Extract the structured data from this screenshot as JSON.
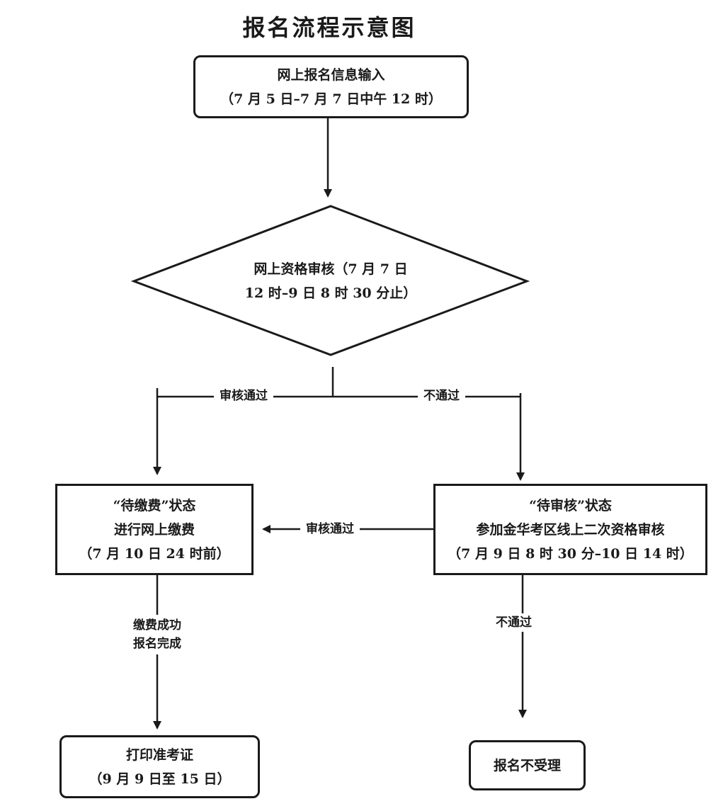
{
  "title": "报名流程示意图",
  "nodes": {
    "input": {
      "line1": "网上报名信息输入",
      "line2": "（7 月 5 日–7 月 7 日中午 12 时）"
    },
    "review": {
      "line1": "网上资格审核（7 月 7 日",
      "line2": "12 时–9 日 8 时 30 分止）"
    },
    "pending_pay": {
      "line1": "“待缴费”状态",
      "line2": "进行网上缴费",
      "line3": "（7 月 10 日 24 时前）"
    },
    "pending_review": {
      "line1": "“待审核”状态",
      "line2": "参加金华考区线上二次资格审核",
      "line3": "（7 月 9 日 8 时 30 分–10 日 14 时）"
    },
    "print": {
      "line1": "打印准考证",
      "line2": "（9 月 9 日至 15 日）"
    },
    "rejected": {
      "line1": "报名不受理"
    }
  },
  "edges": {
    "pass": "审核通过",
    "fail": "不通过",
    "second_pass": "审核通过",
    "paid_line1": "缴费成功",
    "paid_line2": "报名完成",
    "second_fail": "不通过"
  }
}
